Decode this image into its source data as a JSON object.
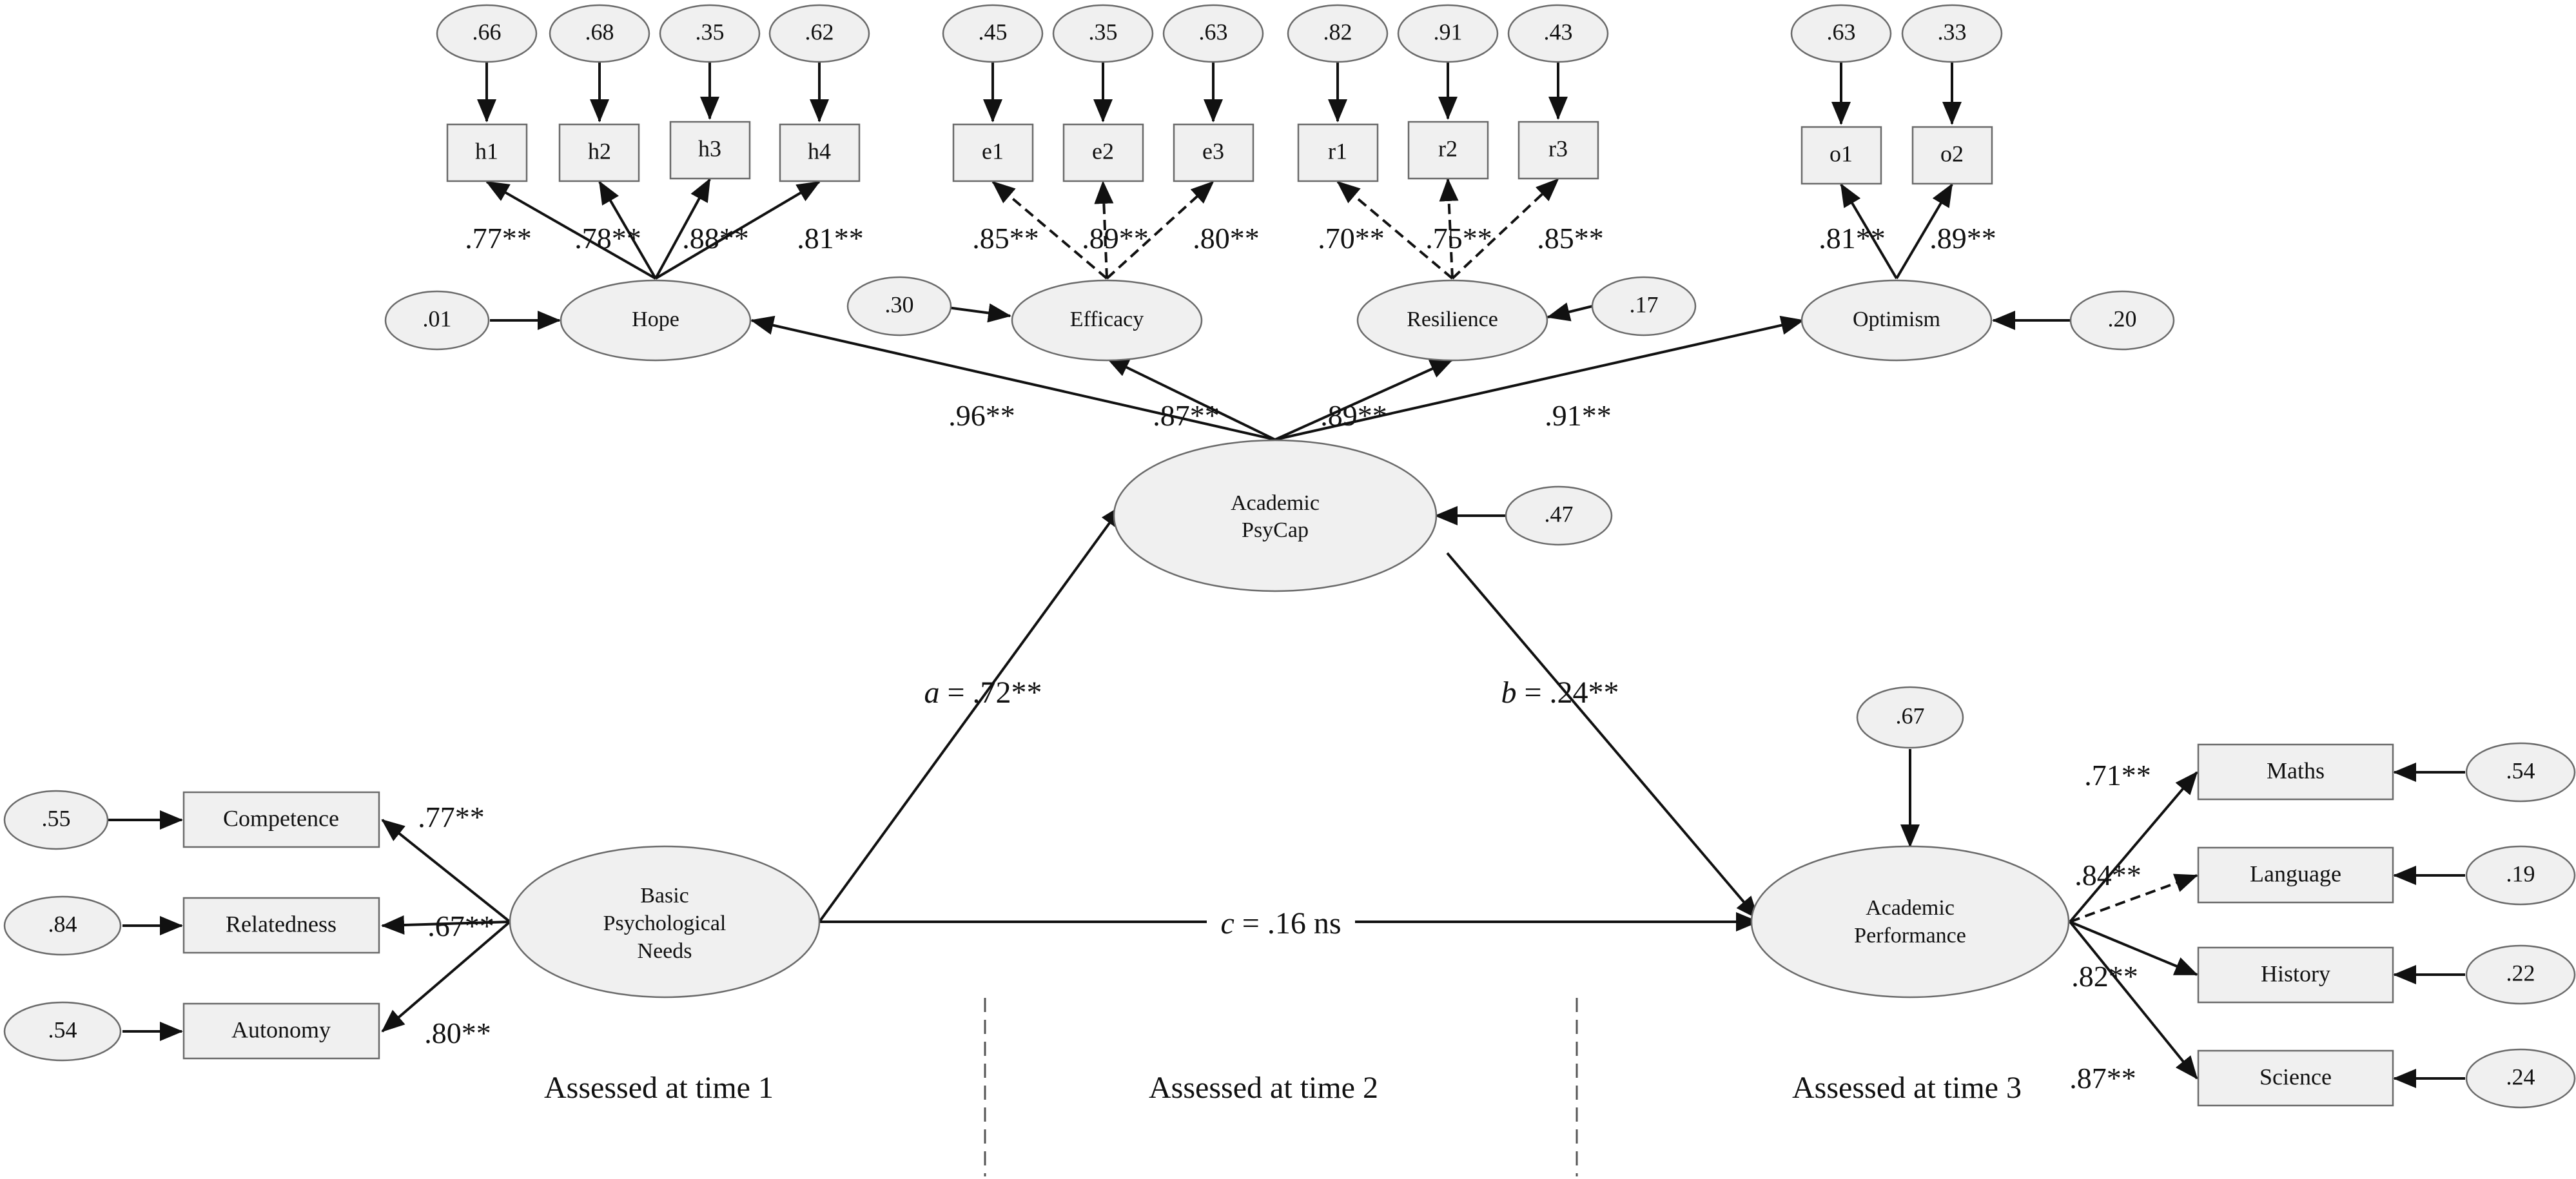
{
  "latents": {
    "hope": "Hope",
    "efficacy": "Efficacy",
    "resilience": "Resilience",
    "optimism": "Optimism",
    "psycap": [
      "Academic",
      "PsyCap"
    ],
    "bpn": [
      "Basic",
      "Psychological",
      "Needs"
    ],
    "perf": [
      "Academic",
      "Performance"
    ]
  },
  "indicators": {
    "h1": "h1",
    "h2": "h2",
    "h3": "h3",
    "h4": "h4",
    "e1": "e1",
    "e2": "e2",
    "e3": "e3",
    "r1": "r1",
    "r2": "r2",
    "r3": "r3",
    "o1": "o1",
    "o2": "o2",
    "competence": "Competence",
    "relatedness": "Relatedness",
    "autonomy": "Autonomy",
    "maths": "Maths",
    "language": "Language",
    "history": "History",
    "science": "Science"
  },
  "errors": {
    "h1": ".66",
    "h2": ".68",
    "h3": ".35",
    "h4": ".62",
    "e1": ".45",
    "e2": ".35",
    "e3": ".63",
    "r1": ".82",
    "r2": ".91",
    "r3": ".43",
    "o1": ".63",
    "o2": ".33",
    "hope": ".01",
    "efficacy": ".30",
    "resilience": ".17",
    "optimism": ".20",
    "psycap": ".47",
    "perf": ".67",
    "competence": ".55",
    "relatedness": ".84",
    "autonomy": ".54",
    "maths": ".54",
    "language": ".19",
    "history": ".22",
    "science": ".24"
  },
  "loadings": {
    "h1": ".77**",
    "h2": ".78**",
    "h3": ".88**",
    "h4": ".81**",
    "e1": ".85**",
    "e2": ".89**",
    "e3": ".80**",
    "r1": ".70**",
    "r2": ".75**",
    "r3": ".85**",
    "o1": ".81**",
    "o2": ".89**",
    "hope": ".96**",
    "efficacy": ".87**",
    "resilience": ".89**",
    "optimism": ".91**",
    "competence": ".77**",
    "relatedness": ".67**",
    "autonomy": ".80**",
    "maths": ".71**",
    "language": ".84**",
    "history": ".82**",
    "science": ".87**"
  },
  "paths": {
    "a": {
      "letter": "a",
      "value": " = .72**"
    },
    "b": {
      "letter": "b",
      "value": " = .24**"
    },
    "c": {
      "letter": "c",
      "value": " = .16 ns"
    }
  },
  "time_labels": {
    "t1": "Assessed at time 1",
    "t2": "Assessed at time 2",
    "t3": "Assessed at time 3"
  }
}
